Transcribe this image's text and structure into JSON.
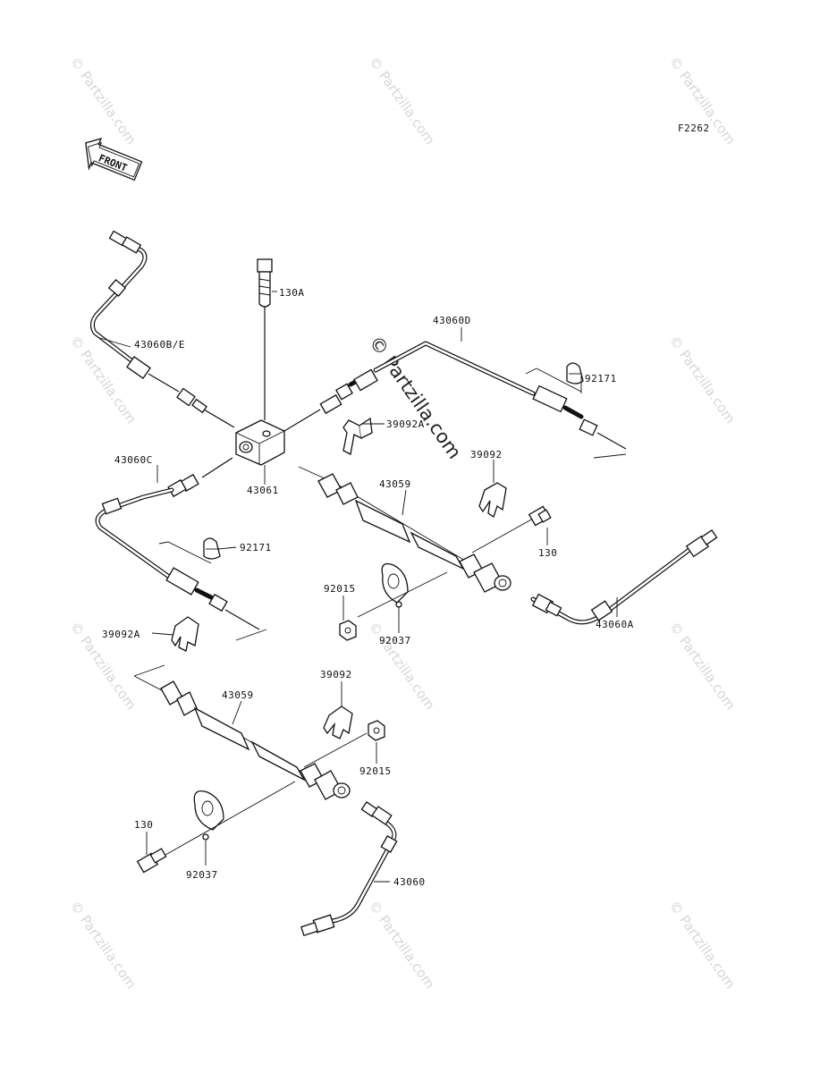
{
  "figure_code": "F2262",
  "front_arrow": {
    "text": "FRONT",
    "icon": "front-direction-arrow-icon"
  },
  "watermark": {
    "text": "© Partzilla.com"
  },
  "labels": {
    "hose_43060BE": "43060B/E",
    "bolt_130A": "130A",
    "hose_43060D": "43060D",
    "grommet_92171_right": "92171",
    "clip_39092A_top": "39092A",
    "clip_39092_top": "39092",
    "hose_43060C": "43060C",
    "joint_43061": "43061",
    "pipe_43059_upper": "43059",
    "bolt_130_upper": "130",
    "grommet_92171_left": "92171",
    "nut_92015_upper": "92015",
    "clamp_92037_upper": "92037",
    "hose_43060A": "43060A",
    "clip_39092A_left": "39092A",
    "clip_39092_mid": "39092",
    "pipe_43059_lower": "43059",
    "nut_92015_lower": "92015",
    "bolt_130_lower": "130",
    "clamp_92037_lower": "92037",
    "hose_43060": "43060"
  }
}
